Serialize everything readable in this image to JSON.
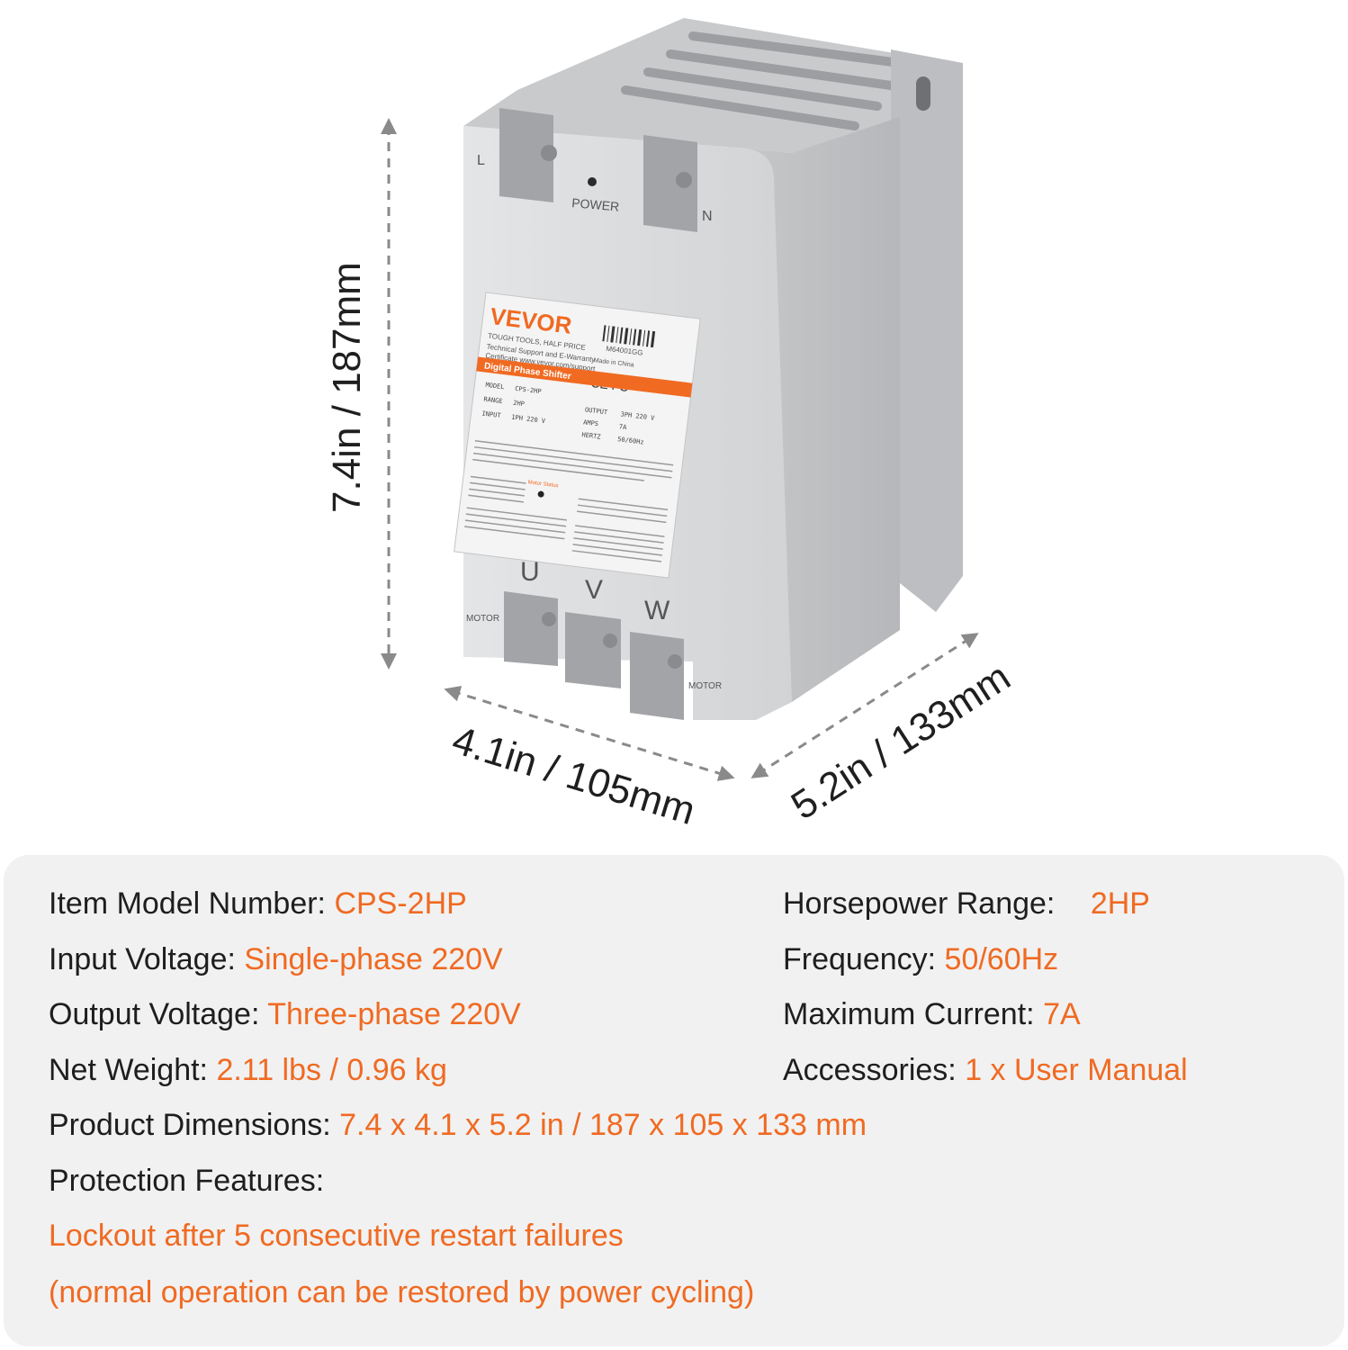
{
  "product": {
    "brand": "VEVOR",
    "tagline": "TOUGH TOOLS, HALF PRICE",
    "support_line1": "Technical Support and E-Warranty",
    "support_line2": "Certificate www.vevor.com/support",
    "label_title": "Digital Phase Shifter",
    "terminal_l": "L",
    "terminal_n": "N",
    "power_label": "POWER",
    "out_u": "U",
    "out_v": "V",
    "out_w": "W",
    "motor_label": "MOTOR",
    "motor_status": "Motor Status",
    "serial": "M64001GG",
    "made_in": "Made in China",
    "cert_marks": "CE FC",
    "spec_table": [
      {
        "key": "MODEL",
        "val": "CPS-2HP"
      },
      {
        "key": "RANGE",
        "val": "2HP"
      },
      {
        "key": "INPUT",
        "val": "1PH 220 V"
      },
      {
        "key": "OUTPUT",
        "val": "3PH 220 V"
      },
      {
        "key": "AMPS",
        "val": "7A"
      },
      {
        "key": "HERTZ",
        "val": "50/60Hz"
      }
    ]
  },
  "dimensions": {
    "height": "7.4in / 187mm",
    "width": "4.1in / 105mm",
    "depth": "5.2in / 133mm"
  },
  "specs": {
    "model": {
      "label": "Item Model Number: ",
      "value": "CPS-2HP"
    },
    "hp_range": {
      "label": "Horsepower Range: ",
      "value": "2HP"
    },
    "input_voltage": {
      "label": "Input Voltage: ",
      "value": "Single-phase 220V"
    },
    "frequency": {
      "label": "Frequency: ",
      "value": "50/60Hz"
    },
    "output_voltage": {
      "label": "Output Voltage: ",
      "value": "Three-phase 220V"
    },
    "max_current": {
      "label": "Maximum Current: ",
      "value": "7A"
    },
    "net_weight": {
      "label": "Net Weight: ",
      "value": "2.11 lbs / 0.96 kg"
    },
    "accessories": {
      "label": "Accessories: ",
      "value": "1 x User Manual"
    },
    "dimensions": {
      "label": "Product Dimensions: ",
      "value": "7.4 x 4.1 x 5.2 in / 187 x 105 x 133 mm"
    },
    "protection_label": "Protection Features:",
    "protection_line1": "Lockout after 5 consecutive restart failures",
    "protection_line2": "(normal operation can be restored by power cycling)"
  },
  "colors": {
    "accent": "#f06a22",
    "panel_bg": "#f1f1f1",
    "device_body": "#d7d8da"
  }
}
